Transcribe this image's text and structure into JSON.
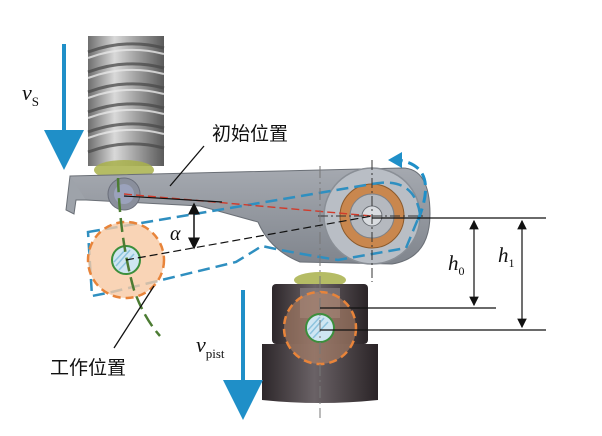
{
  "labels": {
    "v_s": {
      "main": "v",
      "sub": "S"
    },
    "v_pist": {
      "main": "v",
      "sub": "pist"
    },
    "initial_position": "初始位置",
    "working_position": "工作位置",
    "alpha": "α",
    "h0": {
      "main": "h",
      "sub": "0"
    },
    "h1": {
      "main": "h",
      "sub": "1"
    }
  },
  "colors": {
    "motion_arrow": "#1f8fc8",
    "arm_initial": "#8f939a",
    "arm_outline_working": "#2f8fc0",
    "roller_working": "#e8843a",
    "roller_fill_working": "#f7c9a4",
    "axis_red": "#d13b2b",
    "pin_green": "#3c8f3c",
    "piston": "#4a4346",
    "screw": "#9a9a9a"
  }
}
